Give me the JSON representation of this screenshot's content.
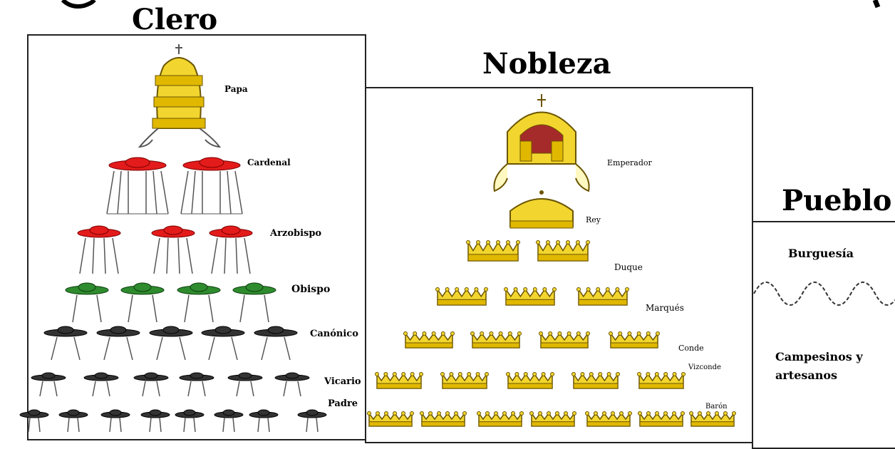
{
  "clero": {
    "title": "Clero",
    "ranks": [
      "Papa",
      "Cardenal",
      "Arzobispo",
      "Obispo",
      "Canónico",
      "Vicario",
      "Padre"
    ]
  },
  "nobleza": {
    "title": "Nobleza",
    "ranks": [
      "Emperador",
      "Rey",
      "Duque",
      "Marqués",
      "Conde",
      "Vizconde",
      "Barón"
    ]
  },
  "pueblo": {
    "title": "Pueblo",
    "upper_label": "Burguesía",
    "lower_label": "Campesinos y artesanos"
  },
  "colors": {
    "crown_gold": "#f2d62f",
    "cardinal_red": "#e31b1b",
    "bishop_green": "#2e8b2e",
    "cleric_black": "#333333",
    "emperor_red": "#a52a2a"
  }
}
